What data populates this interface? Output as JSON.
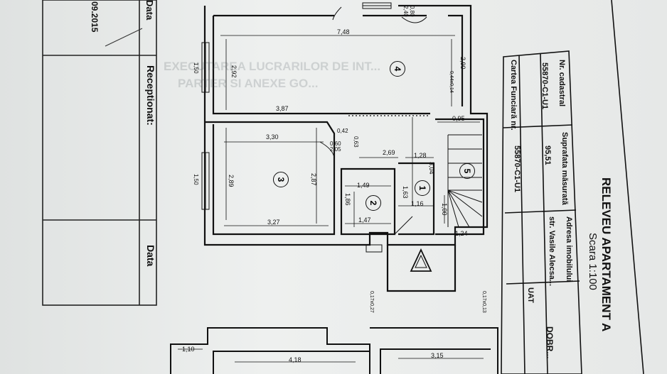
{
  "stamp": {
    "date": "09.2015",
    "receptionat": "Receptionat:",
    "data_label": "Data"
  },
  "faint_text": {
    "line1": "EXECUTAREA LUCRARILOR DE INT...",
    "line2": "PARTER SI ANEXE GO..."
  },
  "rooms": [
    "4",
    "3",
    "2",
    "1",
    "5"
  ],
  "dims": {
    "d748": "7,48",
    "d292": "2,92",
    "d290": "2,90",
    "d387": "3,87",
    "d044": "0,44x0,14",
    "d095": "0,95",
    "d330": "3,30",
    "d289": "2,89",
    "d287": "2,87",
    "d327": "3,27",
    "d269": "2,69",
    "d128": "1,28",
    "d304": "3,04",
    "d163": "1,63",
    "d116": "1,16",
    "d149": "1,49",
    "d186": "1,86",
    "d147": "1,47",
    "d100": "1,00",
    "d124": "1,24",
    "d080": "0,80",
    "d240": "2,40",
    "d060": "0,60",
    "d205": "2,05",
    "d063": "0,63",
    "d042": "0,42",
    "d110": "1,10",
    "d418": "4,18",
    "d315": "3,15",
    "d017a": "0,17x0,27",
    "d017b": "0,17x0,13",
    "d150a": "1,50",
    "d150b": "1,50"
  },
  "table": {
    "title": "RELEVEU APARTAMENT A",
    "scale": "Scara 1:100",
    "col1_header": "Nr. cadastral",
    "col1_value": "55870-C1-U1",
    "col2_header": "Suprafata măsurată",
    "col2_value": "95,51",
    "col3_header": "Adresa imobilului",
    "col3_value": "str. Vasile Alecsa...",
    "cf_header": "Cartea Funciară nr.",
    "cf_value": "55870-C1-U1",
    "uat_header": "UAT",
    "uat_value": "DOBR..."
  }
}
